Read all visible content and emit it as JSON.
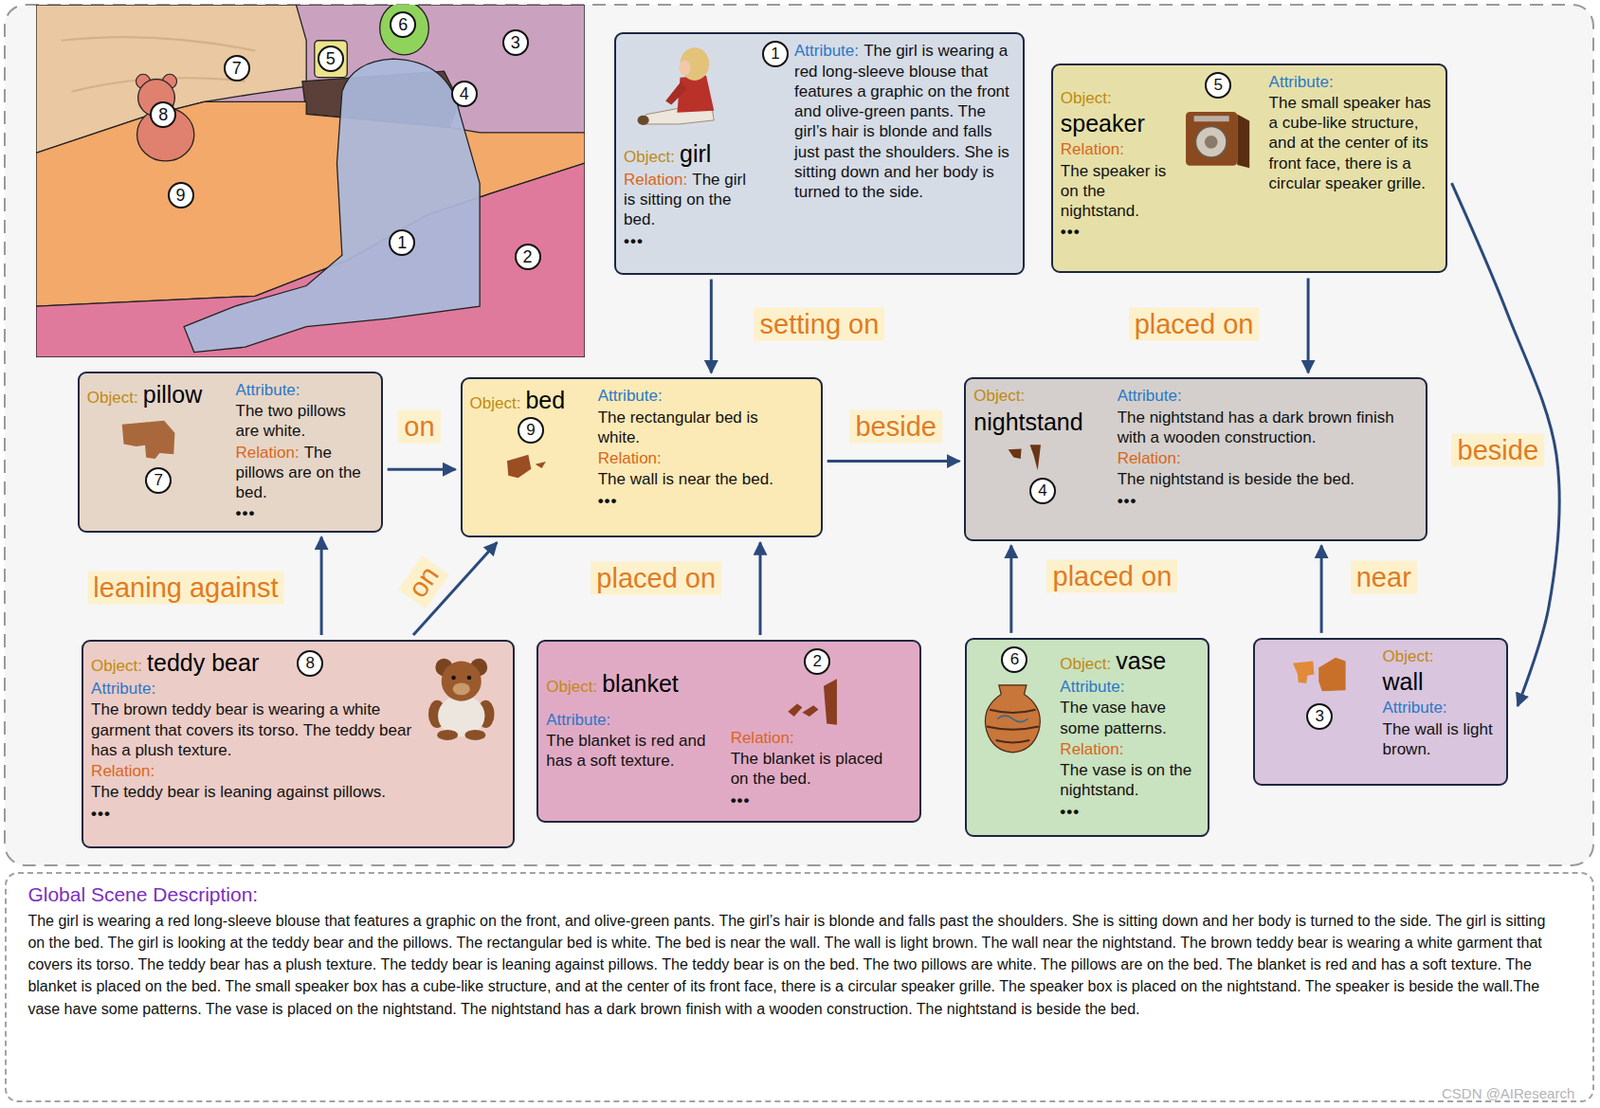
{
  "diagram": {
    "nodes": [
      {
        "text": [
          "Object:",
          "girl",
          "Relation:",
          "The girl is sitting on the bed.",
          "•••",
          "1",
          "Attribute:",
          "The girl is wearing a red long-sleeve blouse that features a graphic on the front and olive-green pants. The girl’s hair is blonde and falls just past the shoulders. She is sitting down and her body is turned to the side."
        ]
      },
      {
        "text": [
          "Object:",
          "speaker",
          "Relation:",
          "The speaker is on the nightstand.",
          "•••",
          "5",
          "Attribute:",
          "The small speaker has a cube-like structure, and at the center of its front face, there is a circular speaker grille."
        ]
      },
      {
        "text": [
          "Object:",
          "pillow",
          "7",
          "Attribute:",
          "The two pillows are white.",
          "Relation:",
          "The pillows are on the bed.",
          "•••"
        ]
      },
      {
        "text": [
          "Object:",
          "bed",
          "9",
          "Attribute:",
          "The rectangular bed is white.",
          "Relation:",
          "The wall is near the bed.",
          "•••"
        ]
      },
      {
        "text": [
          "Object:",
          "nightstand",
          "4",
          "Attribute:",
          "The nightstand has a dark brown finish with a wooden construction.",
          "Relation:",
          "The nightstand is beside the bed.",
          "•••"
        ]
      },
      {
        "text": [
          "Object:",
          "teddy bear",
          "8",
          "Attribute:",
          "The brown teddy bear is wearing a white garment that covers its torso. The teddy bear has a plush texture.",
          "Relation:",
          "The teddy bear is leaning against pillows.",
          "•••"
        ]
      },
      {
        "text": [
          "Object:",
          "blanket",
          "2",
          "Attribute:",
          "The blanket is red and has a soft texture.",
          "Relation:",
          "The blanket is placed on the bed.",
          "•••"
        ]
      },
      {
        "text": [
          "6",
          "Object:",
          "vase",
          "Attribute:",
          "The vase have some patterns.",
          "Relation:",
          "The vase is on the nightstand.",
          "•••"
        ]
      },
      {
        "text": [
          "3",
          "Object:",
          "wall",
          "Attribute:",
          "The wall is light brown."
        ]
      },
      {
        "text": [
          "Global Scene Description:",
          "The girl is wearing a red long-sleeve blouse that features a graphic on the front, and olive-green pants. The girl’s hair is blonde and falls past the shoulders. She is sitting down and her body is turned to the side. The girl is sitting on the bed. The girl is looking at the teddy bear and the pillows. The rectangular bed is white. The bed is near the wall. The wall is light brown. The wall near the nightstand. The brown teddy bear is wearing a white garment that covers its torso. The teddy bear has a plush texture. The teddy bear is leaning against pillows. The teddy bear is on the bed. The two pillows are white. The pillows are on the bed. The blanket is red and has a soft texture. The blanket is placed on the bed. The small speaker box has a cube-like structure, and at the center of its front face, there is a circular speaker grille. The speaker box is placed on the nightstand. The speaker is beside the wall.The vase have some patterns. The vase is placed on the nightstand. The nightstand has a dark brown finish with a wooden construction. The nightstand is beside the bed."
        ]
      }
    ],
    "edges": [
      {
        "from": 0,
        "to": 3,
        "arrow": "to",
        "label": "setting on"
      },
      {
        "from": 1,
        "to": 4,
        "arrow": "to",
        "label": "placed on"
      },
      {
        "from": 2,
        "to": 3,
        "arrow": "to",
        "label": "on"
      },
      {
        "from": 3,
        "to": 4,
        "arrow": "to",
        "label": "beside"
      },
      {
        "from": 1,
        "to": 8,
        "arrow": "to",
        "label": "beside"
      },
      {
        "from": 5,
        "to": 2,
        "arrow": "to",
        "label": "leaning against"
      },
      {
        "from": 5,
        "to": 3,
        "arrow": "to",
        "label": "on"
      },
      {
        "from": 6,
        "to": 3,
        "arrow": "to",
        "label": "placed on"
      },
      {
        "from": 7,
        "to": 4,
        "arrow": "to",
        "label": "placed on"
      },
      {
        "from": 8,
        "to": 4,
        "arrow": "to",
        "label": "near"
      }
    ],
    "labels": [
      "6",
      "3",
      "5",
      "7",
      "4",
      "8",
      "9",
      "1",
      "2",
      "CSDN @AIResearch"
    ]
  }
}
